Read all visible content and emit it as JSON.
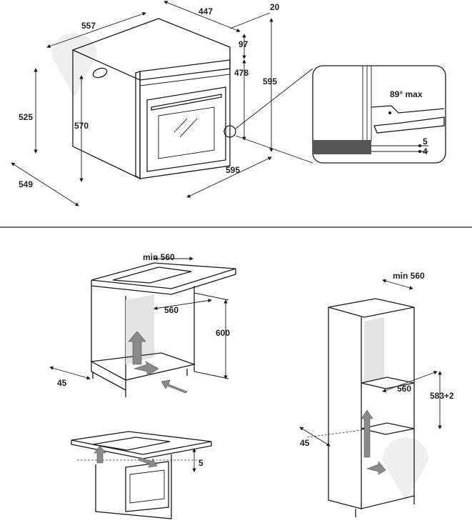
{
  "oven": {
    "dims": {
      "d447": "447",
      "d20": "20",
      "d557": "557",
      "d97": "97",
      "d478": "478",
      "d595v": "595",
      "d525": "525",
      "d570": "570",
      "d549": "549",
      "d595h": "595"
    },
    "detail": {
      "angle": "89° max",
      "d5": "5",
      "d4": "4"
    }
  },
  "under_counter": {
    "min_width": "min 560",
    "width": "560",
    "height": "600",
    "gap": "45"
  },
  "under_hob": {
    "gap": "5"
  },
  "column": {
    "min_width": "min 560",
    "width": "560",
    "height": "583+2",
    "gap": "45"
  },
  "colors": {
    "line": "#1a1a1a",
    "arrow": "#8a8a8a",
    "shade": "#e3e3e3"
  }
}
